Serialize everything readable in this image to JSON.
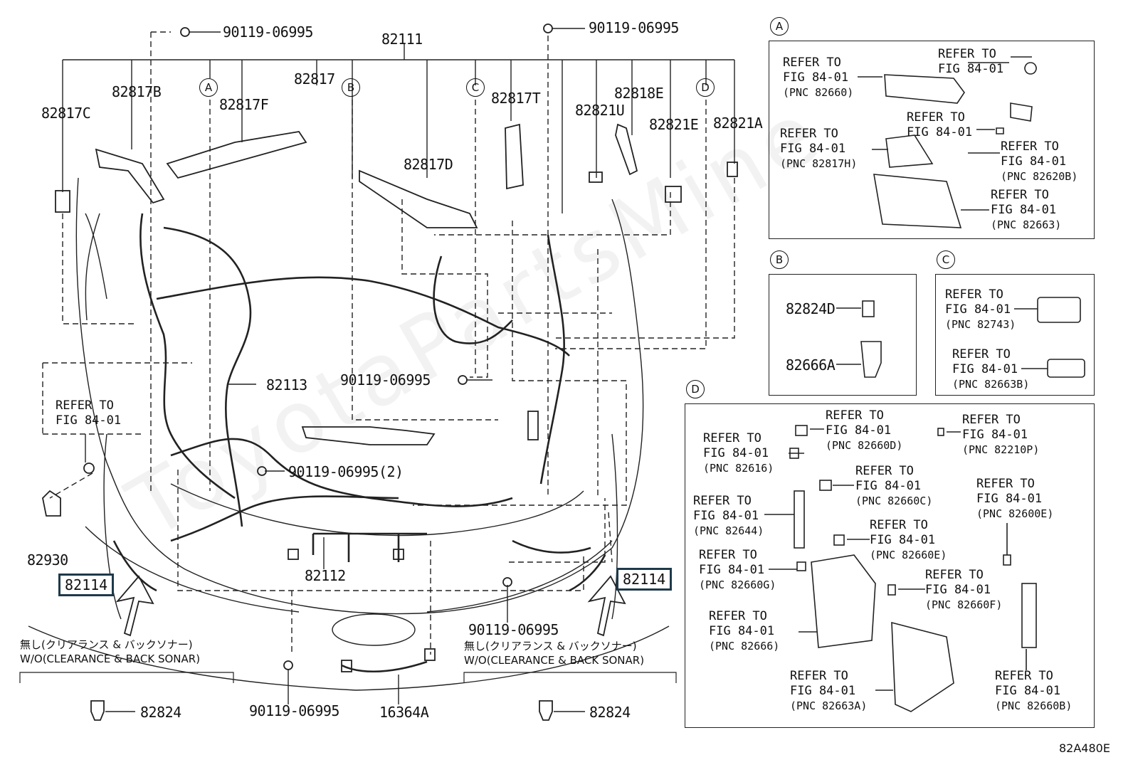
{
  "watermark": "ToyotaPartsMine",
  "figure_code": "82A480E",
  "callouts": {
    "A": "A",
    "B": "B",
    "C": "C",
    "D": "D"
  },
  "labels": {
    "bolt_top_left": "90119-06995",
    "bolt_top_right": "90119-06995",
    "main_harness": "82111",
    "p82817C": "82817C",
    "p82817B": "82817B",
    "p82817F": "82817F",
    "p82817": "82817",
    "p82817T": "82817T",
    "p82817D": "82817D",
    "p82821U": "82821U",
    "p82818E": "82818E",
    "p82821E": "82821E",
    "p82821A": "82821A",
    "p82113": "82113",
    "bolt_mid": "90119-06995",
    "bolt_mid2": "90119-06995(2)",
    "p82930": "82930",
    "p82112": "82112",
    "bolt_lower_right": "90119-06995",
    "bolt_bottom": "90119-06995",
    "p16364A": "16364A",
    "p82824_left": "82824",
    "p82824_right": "82824",
    "p82114_left": "82114",
    "p82114_right": "82114",
    "refer_left_1": "REFER TO",
    "refer_left_2": "FIG 84-01",
    "note_left_jp": "無し(クリアランス & バックソナー)",
    "note_left_en": "W/O(CLEARANCE & BACK SONAR)",
    "note_right_jp": "無し(クリアランス & バックソナー)",
    "note_right_en": "W/O(CLEARANCE & BACK SONAR)"
  },
  "panelA": {
    "refs": [
      {
        "l1": "REFER TO",
        "l2": "FIG 84-01",
        "l3": "(PNC 82660)"
      },
      {
        "l1": "REFER TO",
        "l2": "FIG 84-01",
        "l3": ""
      },
      {
        "l1": "REFER TO",
        "l2": "FIG 84-01",
        "l3": ""
      },
      {
        "l1": "REFER TO",
        "l2": "FIG 84-01",
        "l3": "(PNC 82817H)"
      },
      {
        "l1": "REFER TO",
        "l2": "FIG 84-01",
        "l3": "(PNC 82620B)"
      },
      {
        "l1": "REFER TO",
        "l2": "FIG 84-01",
        "l3": "(PNC 82663)"
      }
    ]
  },
  "panelB": {
    "p1": "82824D",
    "p2": "82666A"
  },
  "panelC": {
    "refs": [
      {
        "l1": "REFER TO",
        "l2": "FIG 84-01",
        "l3": "(PNC 82743)"
      },
      {
        "l1": "REFER TO",
        "l2": "FIG 84-01",
        "l3": "(PNC 82663B)"
      }
    ]
  },
  "panelD": {
    "refs": [
      {
        "l1": "REFER TO",
        "l2": "FIG 84-01",
        "l3": "(PNC 82660D)"
      },
      {
        "l1": "REFER TO",
        "l2": "FIG 84-01",
        "l3": "(PNC 82210P)"
      },
      {
        "l1": "REFER TO",
        "l2": "FIG 84-01",
        "l3": "(PNC 82616)"
      },
      {
        "l1": "REFER TO",
        "l2": "FIG 84-01",
        "l3": "(PNC 82660C)"
      },
      {
        "l1": "REFER TO",
        "l2": "FIG 84-01",
        "l3": "(PNC 82600E)"
      },
      {
        "l1": "REFER TO",
        "l2": "FIG 84-01",
        "l3": "(PNC 82644)"
      },
      {
        "l1": "REFER TO",
        "l2": "FIG 84-01",
        "l3": "(PNC 82660E)"
      },
      {
        "l1": "REFER TO",
        "l2": "FIG 84-01",
        "l3": "(PNC 82660G)"
      },
      {
        "l1": "REFER TO",
        "l2": "FIG 84-01",
        "l3": "(PNC 82660F)"
      },
      {
        "l1": "REFER TO",
        "l2": "FIG 84-01",
        "l3": "(PNC 82666)"
      },
      {
        "l1": "REFER TO",
        "l2": "FIG 84-01",
        "l3": "(PNC 82663A)"
      },
      {
        "l1": "REFER TO",
        "l2": "FIG 84-01",
        "l3": "(PNC 82660B)"
      }
    ]
  }
}
